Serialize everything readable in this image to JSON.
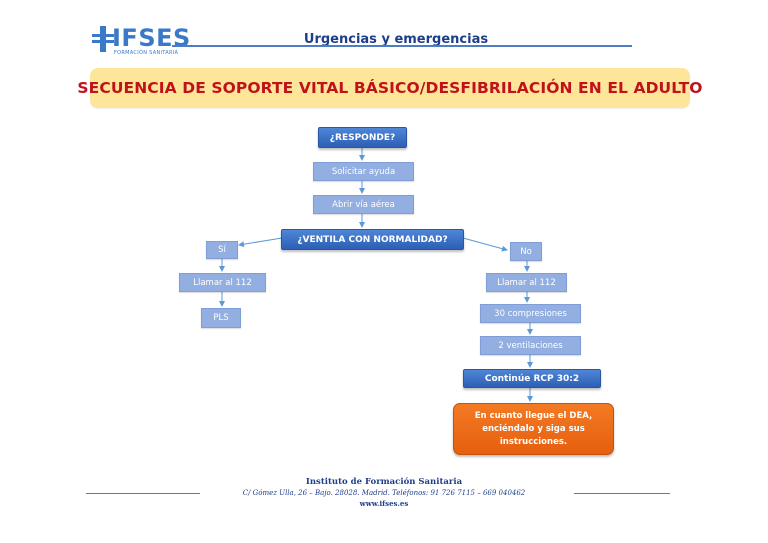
{
  "header": {
    "logo_text": "IFSES",
    "logo_sub": "FORMACIÓN SANITARIA",
    "title": "Urgencias y emergencias"
  },
  "title": "SECUENCIA DE SOPORTE VITAL BÁSICO/DESFIBRILACIÓN EN EL ADULTO",
  "flow": {
    "responde": "¿RESPONDE?",
    "solicitar": "Solicitar ayuda",
    "abrir": "Abrir vía aérea",
    "ventila": "¿VENTILA CON NORMALIDAD?",
    "si": "Sí",
    "no": "No",
    "llamar_si": "Llamar al 112",
    "llamar_no": "Llamar al 112",
    "pls": "PLS",
    "compresiones": "30 compresiones",
    "ventilaciones": "2 ventilaciones",
    "continue": "Continúe RCP 30:2",
    "dea_lines": [
      "En cuanto llegue el DEA,",
      "enciéndalo y siga sus",
      "instrucciones."
    ]
  },
  "footer": {
    "org": "Instituto de Formación Sanitaria",
    "address": "C/ Gómez Ulla, 26 – Bajo. 28028. Madrid. Teléfonos: 91 726 7115 – 669 040462",
    "web": "www.ifses.es"
  },
  "colors": {
    "title_text": "#c0121a",
    "banner": "#fde69a",
    "dark_box": "#3a70c6",
    "light_box": "#93aee0",
    "orange_box": "#f06a1b",
    "arrow": "#5b9ad6"
  }
}
